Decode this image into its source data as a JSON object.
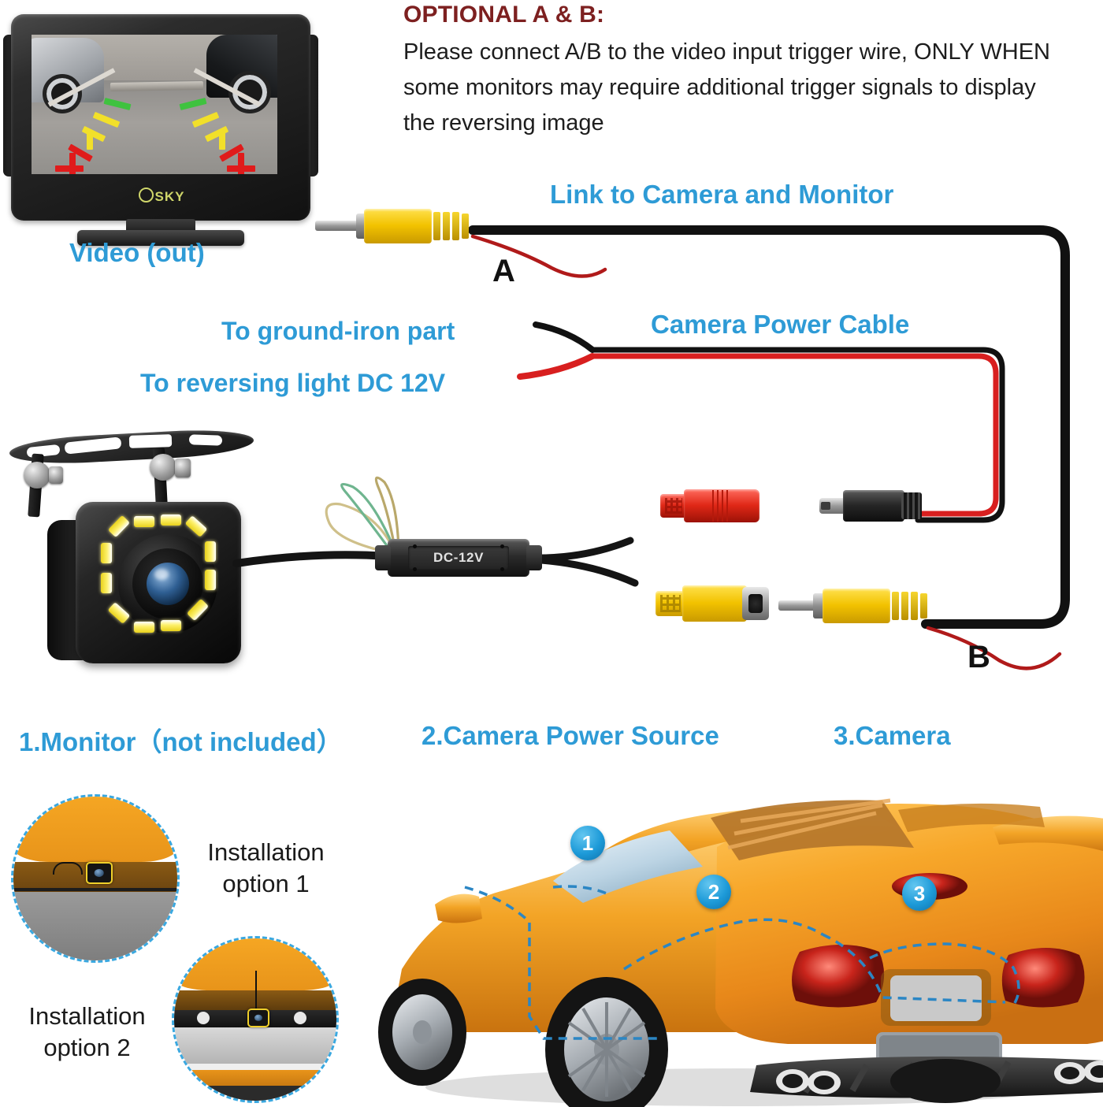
{
  "header": {
    "optional_title": "OPTIONAL A & B:",
    "optional_body": "Please connect A/B to the video input trigger wire, ONLY WHEN some monitors may require additional trigger signals to display the reversing image"
  },
  "labels": {
    "video_out": "Video (out)",
    "link_to": "Link to Camera and Monitor",
    "ground": "To ground-iron part",
    "reversing": "To reversing light DC 12V",
    "power_cable": "Camera Power Cable",
    "marker_a": "A",
    "marker_b": "B",
    "dc_module": "DC-12V",
    "monitor_brand": "SKY"
  },
  "legend": [
    {
      "text": "1.Monitor（not included）"
    },
    {
      "text": "2.Camera Power Source"
    },
    {
      "text": "3.Camera"
    }
  ],
  "install": {
    "option1": "Installation\noption 1",
    "option1_line1": "Installation",
    "option1_line2": "option 1",
    "option2_line1": "Installation",
    "option2_line2": "option 2"
  },
  "car_badges": [
    {
      "number": "1"
    },
    {
      "number": "2"
    },
    {
      "number": "3"
    }
  ],
  "colors": {
    "accent_blue": "#2e9bd6",
    "title_red": "#7d2020",
    "wire_red": "#d81f1f",
    "wire_black": "#111111",
    "connector_yellow": "#f2c200",
    "car_orange": "#f5a623",
    "guide_green": "#3fc23f",
    "guide_yellow": "#f2e02a",
    "guide_red": "#e01b1b"
  }
}
